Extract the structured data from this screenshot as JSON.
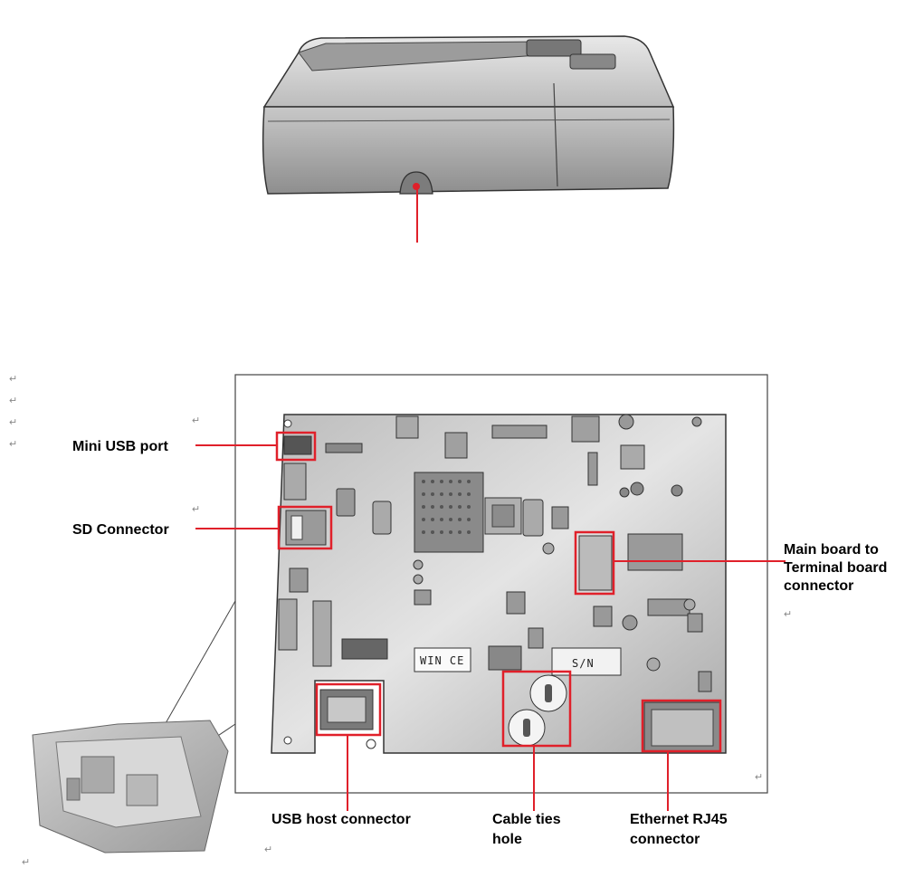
{
  "labels": {
    "mini_usb": "Mini USB  port",
    "sd": "SD Connector",
    "main_board_lines": [
      "Main board to",
      "Terminal board",
      "connector"
    ],
    "usb_host": "USB host connector",
    "cable_lines": [
      "Cable ties",
      "hole"
    ],
    "ethernet_lines": [
      "Ethernet RJ45",
      "connector"
    ]
  },
  "board_text": {
    "wince": "WIN CE",
    "sn": "S/N"
  },
  "return_mark": "↵",
  "colors": {
    "callout": "#e0202a",
    "board": "#d6d6d6",
    "device": "#bdbdbd"
  }
}
